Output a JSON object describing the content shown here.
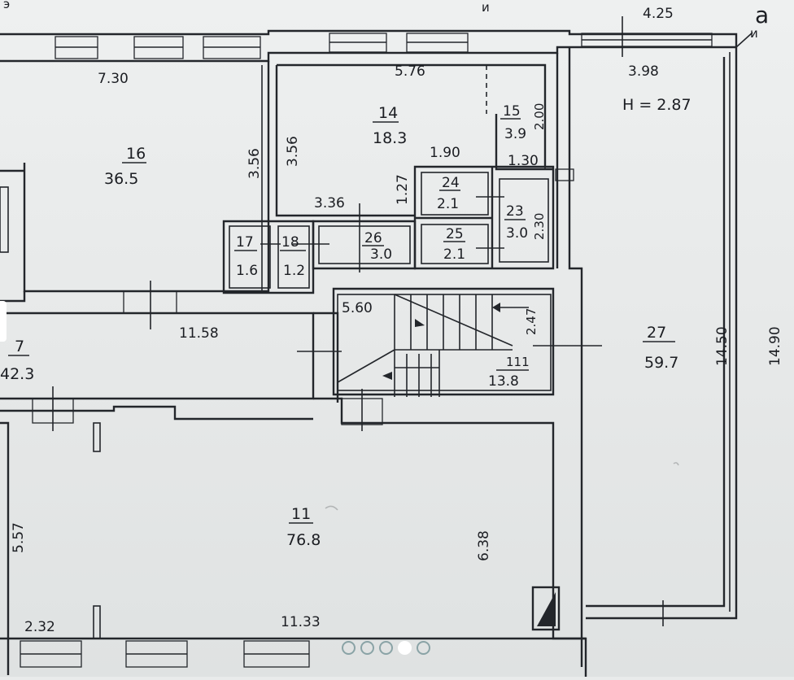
{
  "plan": {
    "top_labels": {
      "mark_left": "э",
      "mark_center": "и",
      "mark_right": "и",
      "letter_corner": "a"
    },
    "dims": {
      "d_7_30": "7.30",
      "d_5_76": "5.76",
      "d_3_98": "3.98",
      "d_4_25": "4.25",
      "d_3_56_a": "3.56",
      "d_3_56_b": "3.56",
      "d_1_27": "1.27",
      "d_3_36": "3.36",
      "d_1_90": "1.90",
      "d_1_30": "1.30",
      "d_2_00": "2.00",
      "d_2_30": "2.30",
      "d_5_60": "5.60",
      "d_2_47": "2.47",
      "d_11_58": "11.58",
      "d_14_50": "14.50",
      "d_14_90": "14.90",
      "d_5_57": "5.57",
      "d_6_38": "6.38",
      "d_2_32": "2.32",
      "d_11_33": "11.33",
      "height": "H = 2.87"
    },
    "rooms": [
      {
        "id": "r16",
        "num": "16",
        "area": "36.5"
      },
      {
        "id": "r14",
        "num": "14",
        "area": "18.3"
      },
      {
        "id": "r15",
        "num": "15",
        "area": "3.9"
      },
      {
        "id": "r24",
        "num": "24",
        "area": "2.1"
      },
      {
        "id": "r23",
        "num": "23",
        "area": "3.0"
      },
      {
        "id": "r25",
        "num": "25",
        "area": "2.1"
      },
      {
        "id": "r26",
        "num": "26",
        "area": "3.0"
      },
      {
        "id": "r17",
        "num": "17",
        "area": "1.6"
      },
      {
        "id": "r18",
        "num": "18",
        "area": "1.2"
      },
      {
        "id": "r7",
        "num": "7",
        "area": "42.3"
      },
      {
        "id": "r111",
        "num": "111",
        "area": "13.8"
      },
      {
        "id": "r27",
        "num": "27",
        "area": "59.7"
      },
      {
        "id": "r11",
        "num": "11",
        "area": "76.8"
      }
    ]
  },
  "carousel": {
    "count": 5,
    "active_index": 3
  }
}
